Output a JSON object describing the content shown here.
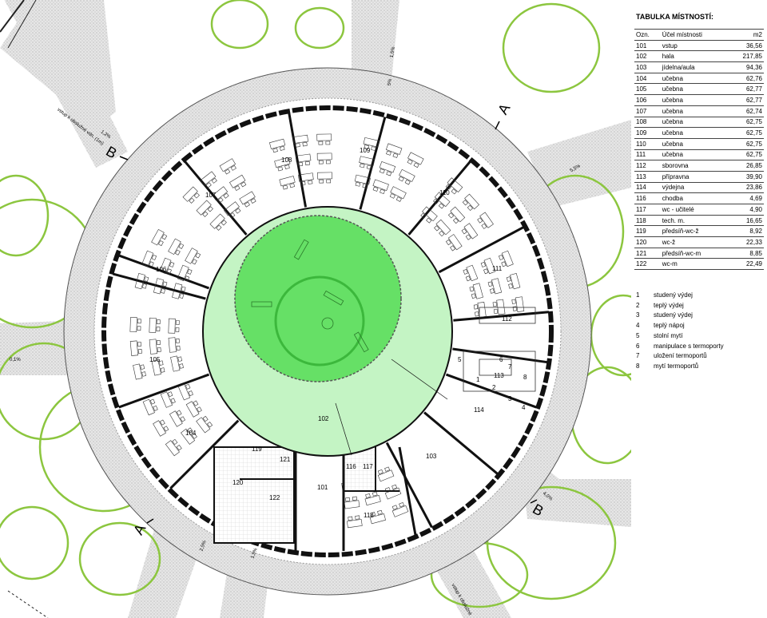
{
  "rooms_table": {
    "title": "TABULKA MÍSTNOSTÍ:",
    "headers": [
      "Ozn.",
      "Účel místnosti",
      "m2"
    ],
    "rows": [
      [
        "101",
        "vstup",
        "36,56"
      ],
      [
        "102",
        "hala",
        "217,85"
      ],
      [
        "103",
        "jídelna/aula",
        "94,36"
      ],
      [
        "104",
        "učebna",
        "62,76"
      ],
      [
        "105",
        "učebna",
        "62,77"
      ],
      [
        "106",
        "učebna",
        "62,77"
      ],
      [
        "107",
        "učebna",
        "62,74"
      ],
      [
        "108",
        "učebna",
        "62,75"
      ],
      [
        "109",
        "učebna",
        "62,75"
      ],
      [
        "110",
        "učebna",
        "62,75"
      ],
      [
        "111",
        "učebna",
        "62,75"
      ],
      [
        "112",
        "sborovna",
        "26,85"
      ],
      [
        "113",
        "přípravna",
        "39,90"
      ],
      [
        "114",
        "výdejna",
        "23,86"
      ],
      [
        "116",
        "chodba",
        "4,69"
      ],
      [
        "117",
        "wc - učitelé",
        "4,90"
      ],
      [
        "118",
        "tech. m.",
        "16,65"
      ],
      [
        "119",
        "předsíň-wc-ž",
        "8,92"
      ],
      [
        "120",
        "wc-ž",
        "22,33"
      ],
      [
        "121",
        "předsíň-wc-m",
        "8,85"
      ],
      [
        "122",
        "wc-m",
        "22,49"
      ]
    ]
  },
  "kitchen_notes": [
    [
      "1",
      "studený výdej"
    ],
    [
      "2",
      "teplý výdej"
    ],
    [
      "3",
      "studený výdej"
    ],
    [
      "4",
      "teplý nápoj"
    ],
    [
      "5",
      "stolní mytí"
    ],
    [
      "6",
      "manipulace s termoporty"
    ],
    [
      "7",
      "uložení termoportů"
    ],
    [
      "8",
      "mytí termoportů"
    ]
  ],
  "plan": {
    "classroom_labels": [
      "104",
      "105",
      "106",
      "107",
      "108",
      "109",
      "110",
      "111"
    ],
    "other_labels": {
      "r101": "101",
      "r102": "102",
      "r103": "103",
      "r112": "112",
      "r113": "113",
      "r114": "114",
      "r116": "116",
      "r117": "117",
      "r118": "118",
      "r119": "119",
      "r120": "120",
      "r121": "121",
      "r122": "122"
    },
    "kitchen_numbers": [
      "1",
      "2",
      "3",
      "4",
      "5",
      "6",
      "7",
      "8"
    ],
    "section_markers": {
      "a_top": "A",
      "a_bottom": "A",
      "b_left": "B",
      "b_right": "B"
    },
    "slopes": {
      "s_top": "1,5%",
      "s_top2": "5%",
      "s_right": "5,5%",
      "s_left": "0,1%",
      "s_bottom_left": "1,5%",
      "s_bottom_left2": "2,5%",
      "s_bottom_right": "4,0%",
      "s_top_left": "1,2%"
    },
    "path_texts": {
      "t_left": "vstup k obslužné vdn. (1m)",
      "t_bottom": "vstup k obslužné"
    },
    "colors": {
      "courtyard": "#66e066",
      "inner_ring": "#c4f4c4",
      "ring_path": "#dcdcdc",
      "trees": "#8cc63f",
      "walls": "#111111"
    }
  }
}
